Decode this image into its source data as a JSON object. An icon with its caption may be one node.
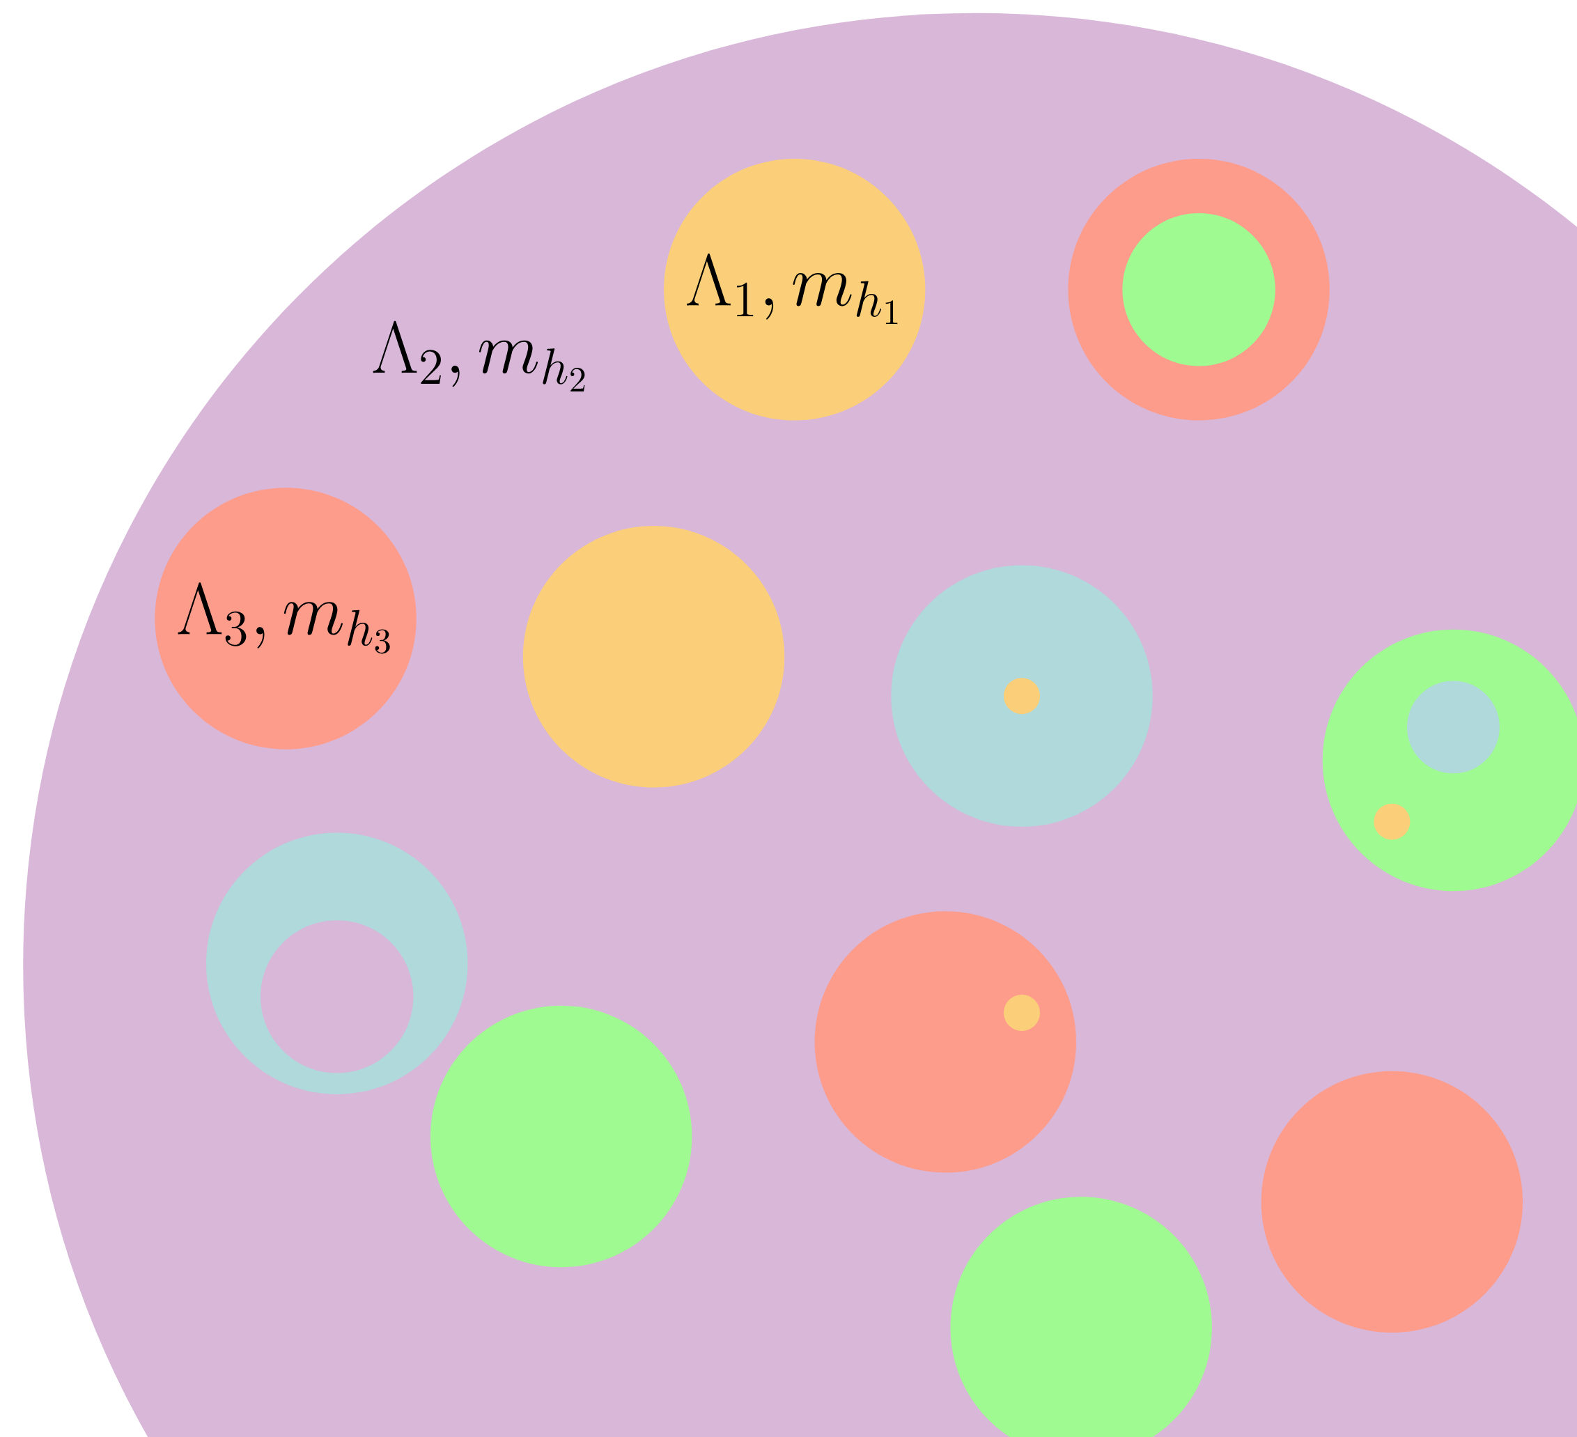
{
  "diagram": {
    "nodes": [
      {
        "text": [
          "\\Lambda_2, m_{h_2}"
        ]
      },
      {
        "text": [
          "\\Lambda_1, m_{h_1}"
        ],
        "in": 0
      },
      {
        "text": [],
        "shape": "circle",
        "in": 0
      },
      {
        "text": [],
        "shape": "circle",
        "in": 2
      },
      {
        "text": [
          "\\Lambda_3, m_{h_3}"
        ],
        "in": 0
      },
      {
        "text": [],
        "shape": "circle",
        "in": 0
      },
      {
        "text": [],
        "shape": "circle",
        "in": 0
      },
      {
        "text": [],
        "shape": "circle",
        "in": 6
      },
      {
        "text": [],
        "shape": "circle",
        "in": 0
      },
      {
        "text": [],
        "shape": "circle",
        "in": 8
      },
      {
        "text": [],
        "shape": "circle",
        "in": 8
      },
      {
        "text": [],
        "shape": "circle",
        "in": 0
      },
      {
        "text": [],
        "shape": "circle",
        "in": 11
      },
      {
        "text": [],
        "shape": "circle",
        "in": 0
      },
      {
        "text": [],
        "shape": "circle",
        "in": 0
      },
      {
        "text": [],
        "shape": "circle",
        "in": 14
      },
      {
        "text": [],
        "shape": "circle",
        "in": 0
      },
      {
        "text": [],
        "shape": "circle",
        "in": 0
      }
    ]
  }
}
